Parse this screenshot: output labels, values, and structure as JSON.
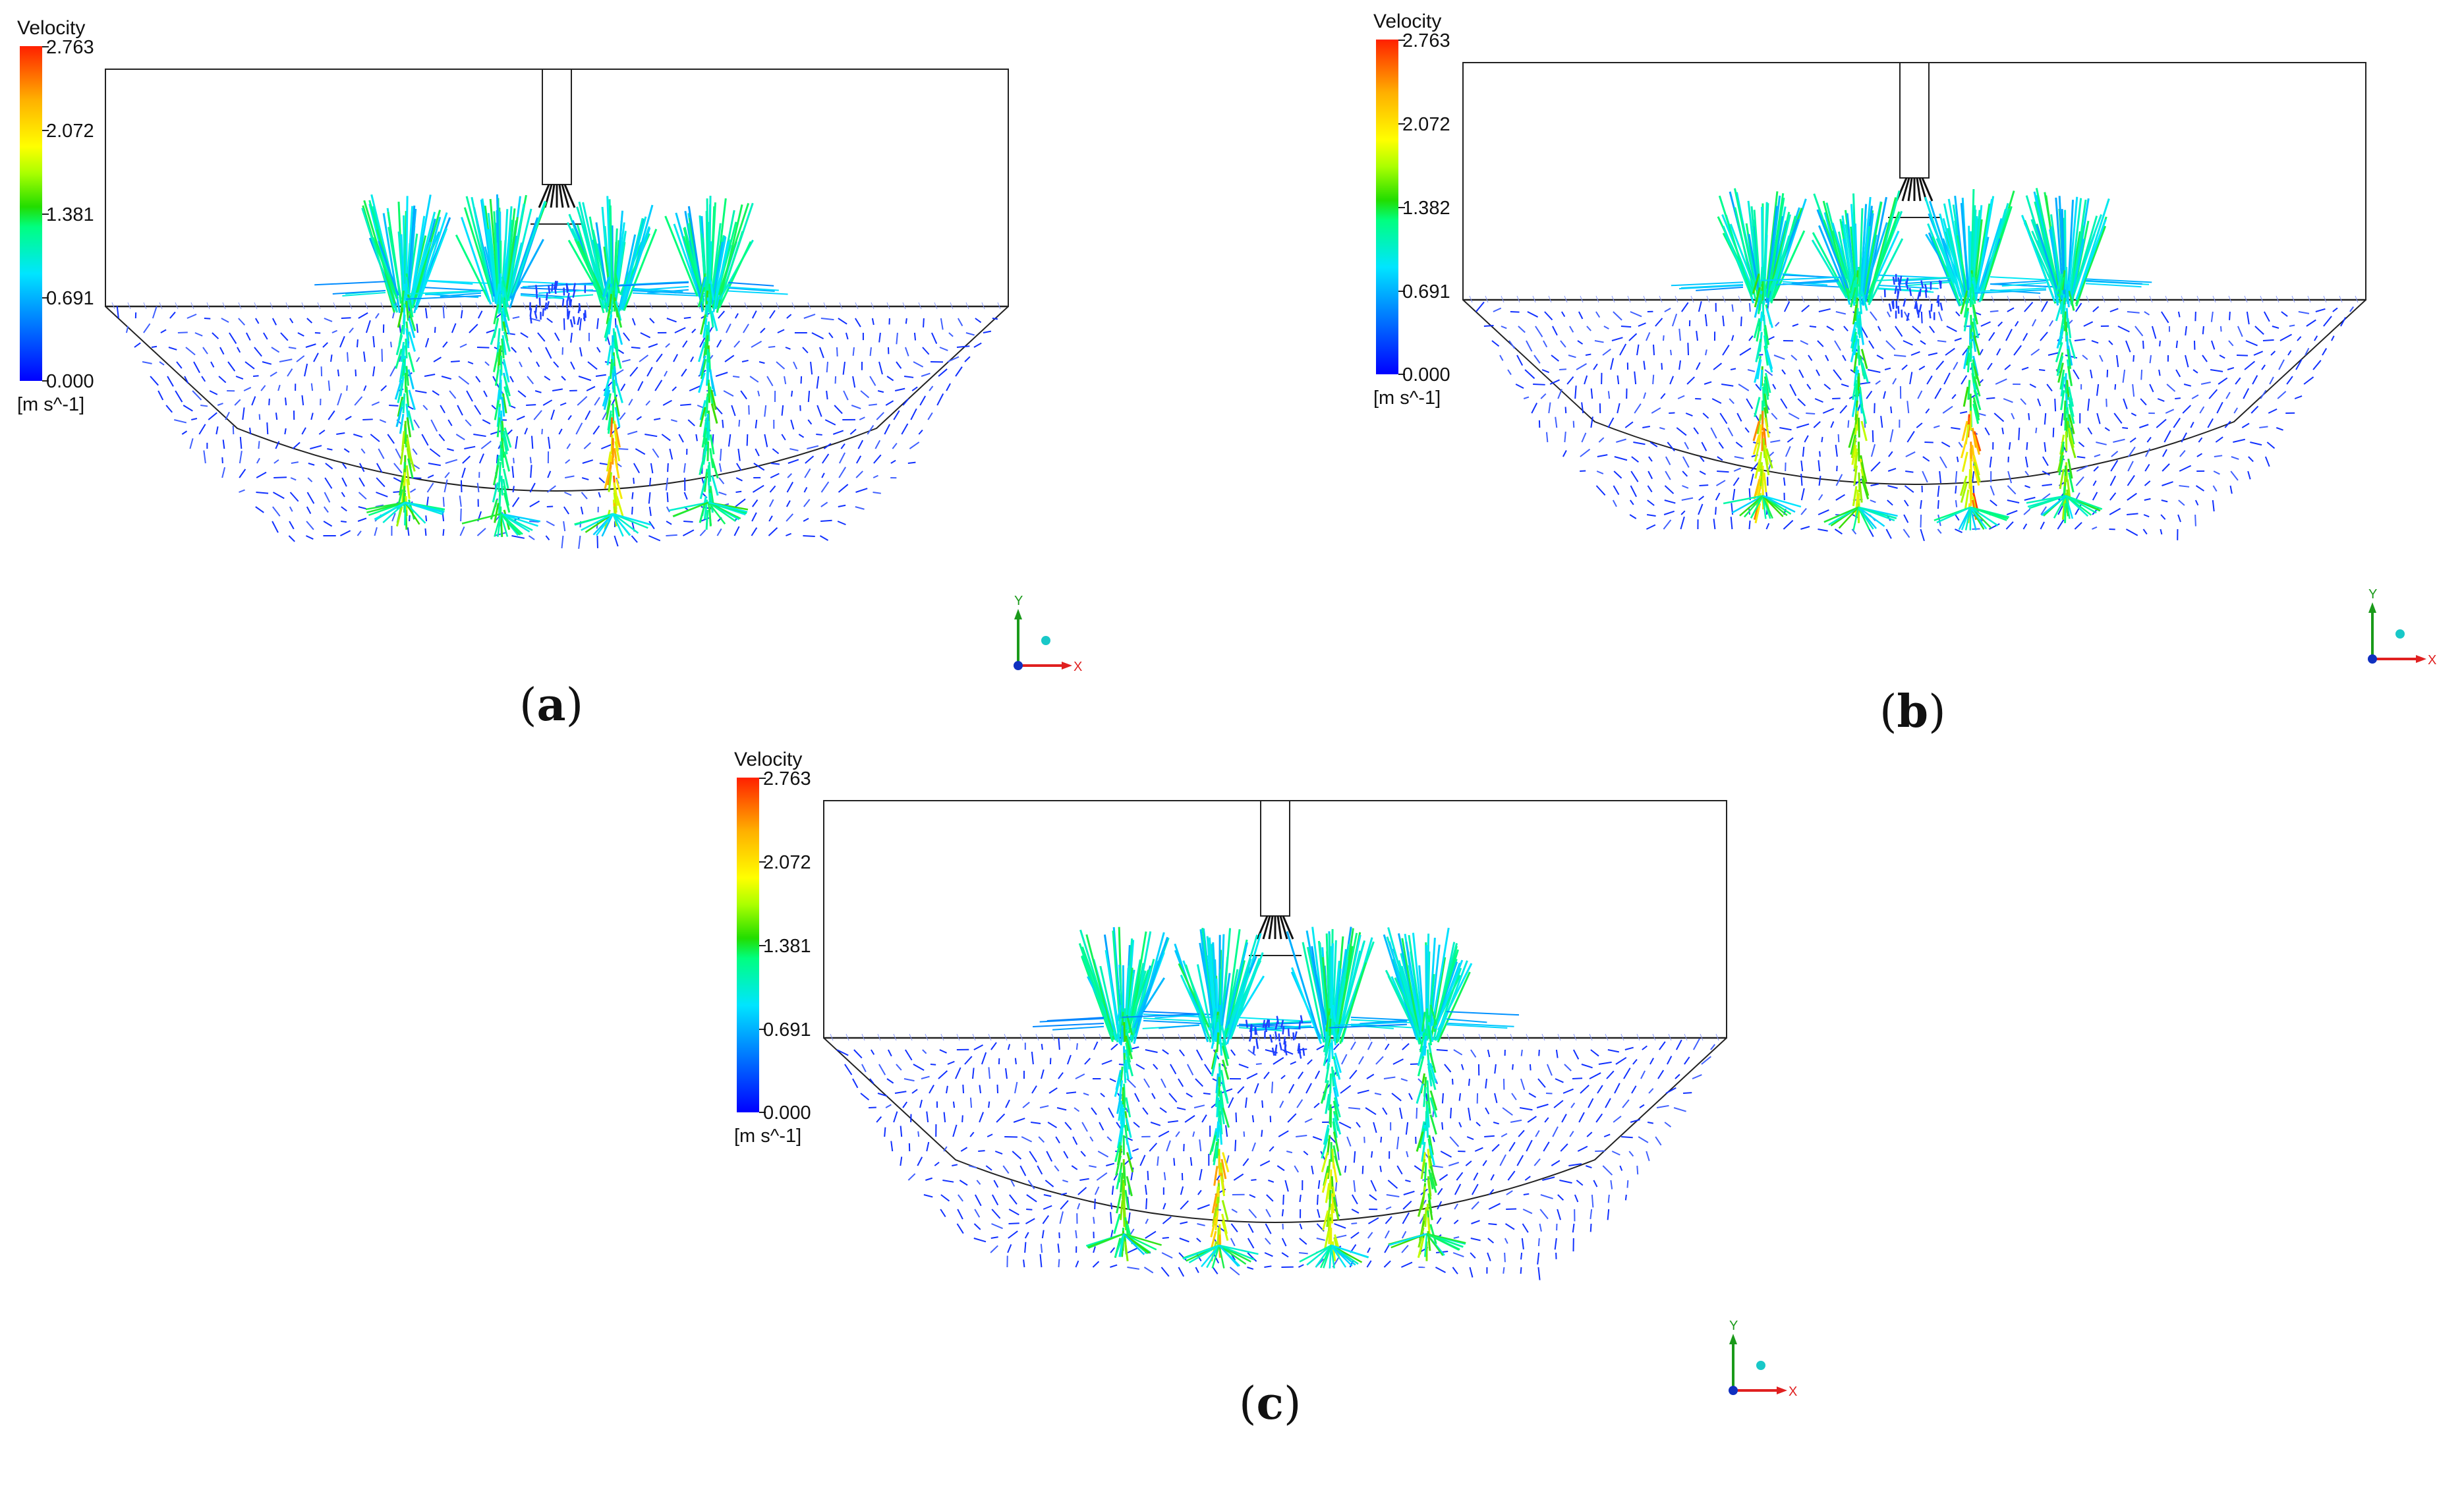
{
  "panels": [
    {
      "id": "a",
      "caption_open": "(",
      "caption_letter": "a",
      "caption_close": ")",
      "legend": {
        "title": "Velocity",
        "ticks": [
          "2.763",
          "2.072",
          "1.381",
          "0.691",
          "0.000"
        ],
        "unit": "[m s^-1]"
      },
      "axes": {
        "y": "Y",
        "x": "X"
      }
    },
    {
      "id": "b",
      "caption_open": "(",
      "caption_letter": "b",
      "caption_close": ")",
      "legend": {
        "title": "Velocity",
        "ticks": [
          "2.763",
          "2.072",
          "1.382",
          "0.691",
          "0.000"
        ],
        "unit": "[m s^-1]"
      },
      "axes": {
        "y": "Y",
        "x": "X"
      }
    },
    {
      "id": "c",
      "caption_open": "(",
      "caption_letter": "c",
      "caption_close": ")",
      "legend": {
        "title": "Velocity",
        "ticks": [
          "2.763",
          "2.072",
          "1.381",
          "0.691",
          "0.000"
        ],
        "unit": "[m s^-1]"
      },
      "axes": {
        "y": "Y",
        "x": "X"
      }
    }
  ],
  "colors": {
    "low": "#0000ff",
    "mid": "#00e5ff",
    "mid_high": "#22dd00",
    "high": "#ffff00",
    "max": "#ff2000",
    "outline": "#222222"
  }
}
